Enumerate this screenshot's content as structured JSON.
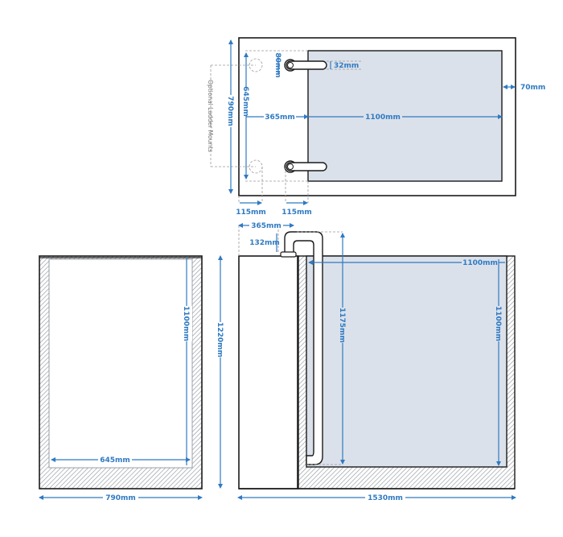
{
  "title": "Pool / Tank Technical Dimension Drawing",
  "colors": {
    "dimension": "#2f7ac2",
    "water": "#dbe1ea",
    "outline": "#1a1a1a",
    "hatch": "#9aa0a8",
    "dashed_guide": "#9a9a9a"
  },
  "top_view": {
    "overall_depth": "790mm",
    "inner_depth": "645mm",
    "ladder_spacing_offset": "80mm",
    "rail_diameter": "32mm",
    "deck_width": "365mm",
    "pool_length": "1100mm",
    "wall_thickness": "70mm",
    "mount_offset_left": "115mm",
    "mount_offset_right": "115mm",
    "note": "Optional Ladder Mounts"
  },
  "end_view": {
    "inner_depth": "1100mm",
    "overall_height": "1220mm",
    "inner_width": "645mm",
    "overall_width": "790mm"
  },
  "side_view": {
    "deck_width": "365mm",
    "ladder_rise": "132mm",
    "ladder_height": "1175mm",
    "pool_length": "1100mm",
    "pool_depth": "1100mm",
    "overall_length": "1530mm"
  }
}
